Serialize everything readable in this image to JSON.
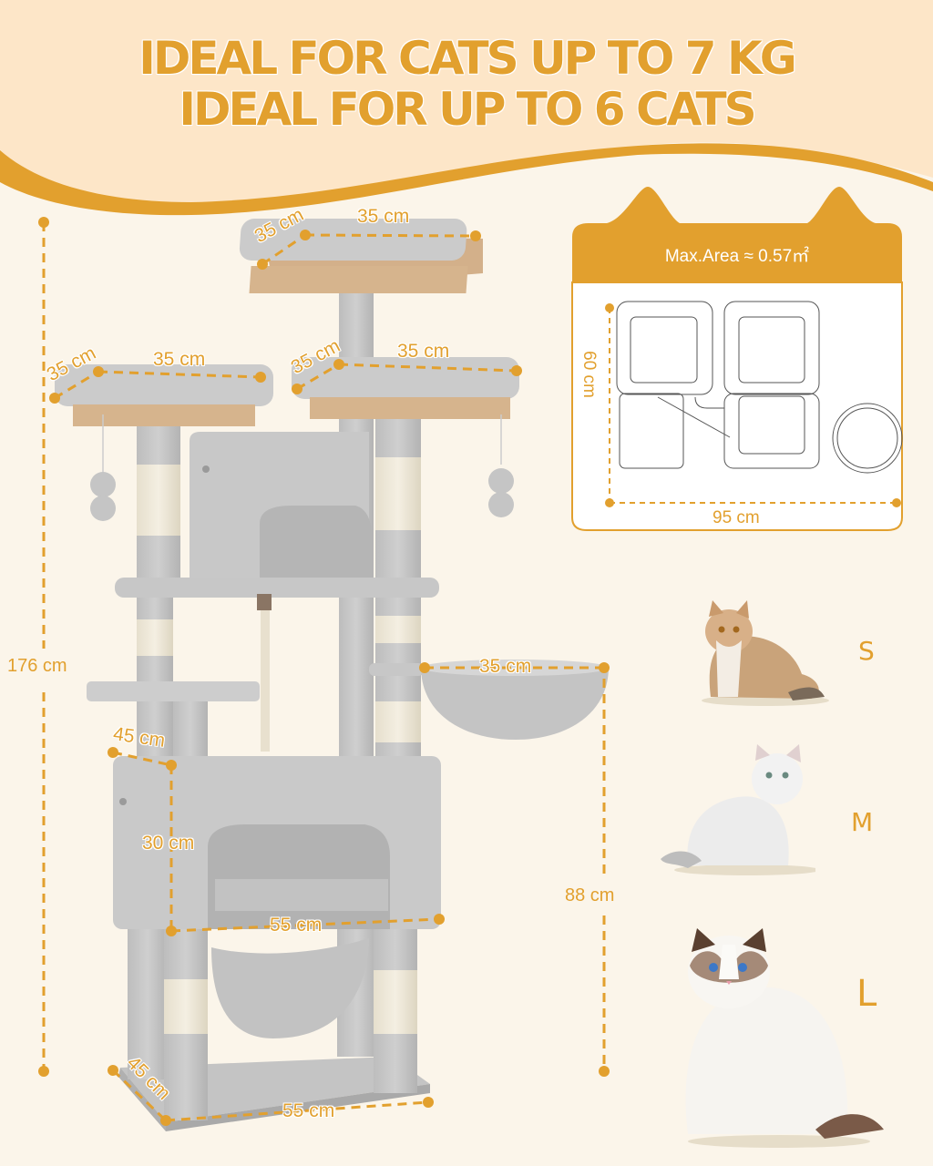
{
  "headline": {
    "line1": "IDEAL FOR CATS UP TO 7 KG",
    "line2": "IDEAL FOR UP TO 6 CATS"
  },
  "colors": {
    "accent": "#e2a02e",
    "header_bg": "#fde6c8",
    "page_bg": "#fbf5ea",
    "fur_gray": "#c9c9c9",
    "sisal": "#efe9da",
    "card_bg": "#ffffff"
  },
  "dimensions": {
    "total_height": "176 cm",
    "top_platform_depth": "35 cm",
    "top_platform_width": "35 cm",
    "left_platform_depth": "35 cm",
    "left_platform_width": "35 cm",
    "right_platform_depth": "35 cm",
    "right_platform_width": "35 cm",
    "basket_width": "35 cm",
    "basket_height": "88 cm",
    "condo_depth": "45 cm",
    "condo_height": "30 cm",
    "condo_width": "55 cm",
    "base_depth": "45 cm",
    "base_width": "55 cm"
  },
  "area_card": {
    "title": "Max.Area ≈15 0.57㎡",
    "title_text": "Max.Area ≈ 0.57㎡",
    "depth": "60 cm",
    "width": "95 cm"
  },
  "cat_sizes": [
    {
      "label": "S",
      "cat": "small-tabby-kitten"
    },
    {
      "label": "M",
      "cat": "medium-white-cat"
    },
    {
      "label": "L",
      "cat": "large-ragdoll-cat"
    }
  ]
}
